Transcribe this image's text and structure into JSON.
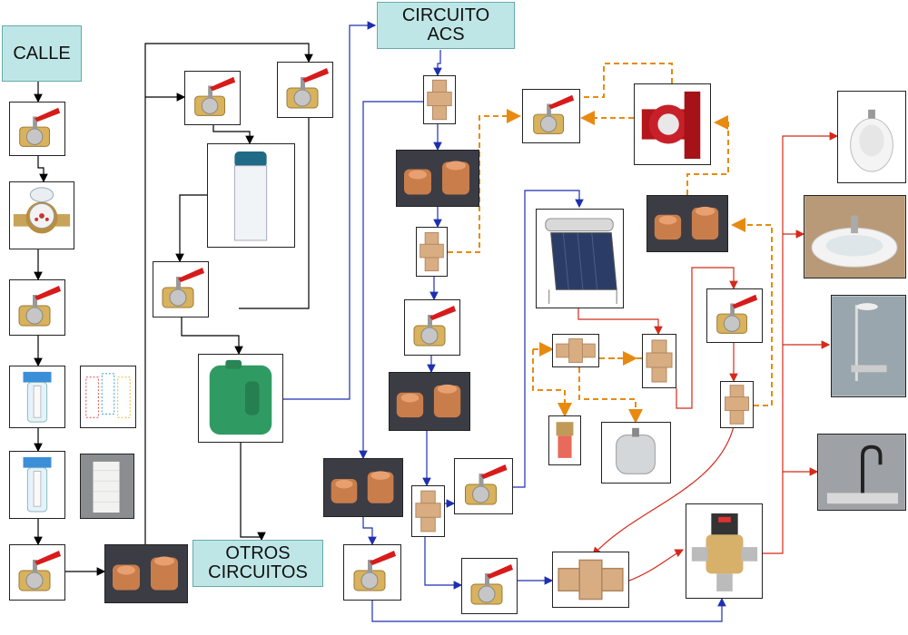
{
  "labels": {
    "calle": "CALLE",
    "circuito_acs": "CIRCUITO\nACS",
    "otros_circuitos": "OTROS\nCIRCUITOS"
  },
  "colors": {
    "cold_line": "#000000",
    "hot_line": "#1e2fb0",
    "return_line": "#d42a1a",
    "expansion_line": "#e88a10",
    "label_fill": "#bfe6e6"
  },
  "components": [
    "valve-icon",
    "water-meter-icon",
    "filter-icon",
    "filter-cartridges-icon",
    "sediment-filter-icon",
    "filter-element-icon",
    "check-valve-icon",
    "water-softener-icon",
    "storage-tank-icon",
    "tee-fitting-icon",
    "solar-collector-icon",
    "expansion-vessel-icon",
    "safety-valve-icon",
    "circulation-pump-icon",
    "thermostatic-mixer-icon",
    "bidet-icon",
    "washbasin-icon",
    "shower-icon",
    "kitchen-faucet-icon"
  ]
}
